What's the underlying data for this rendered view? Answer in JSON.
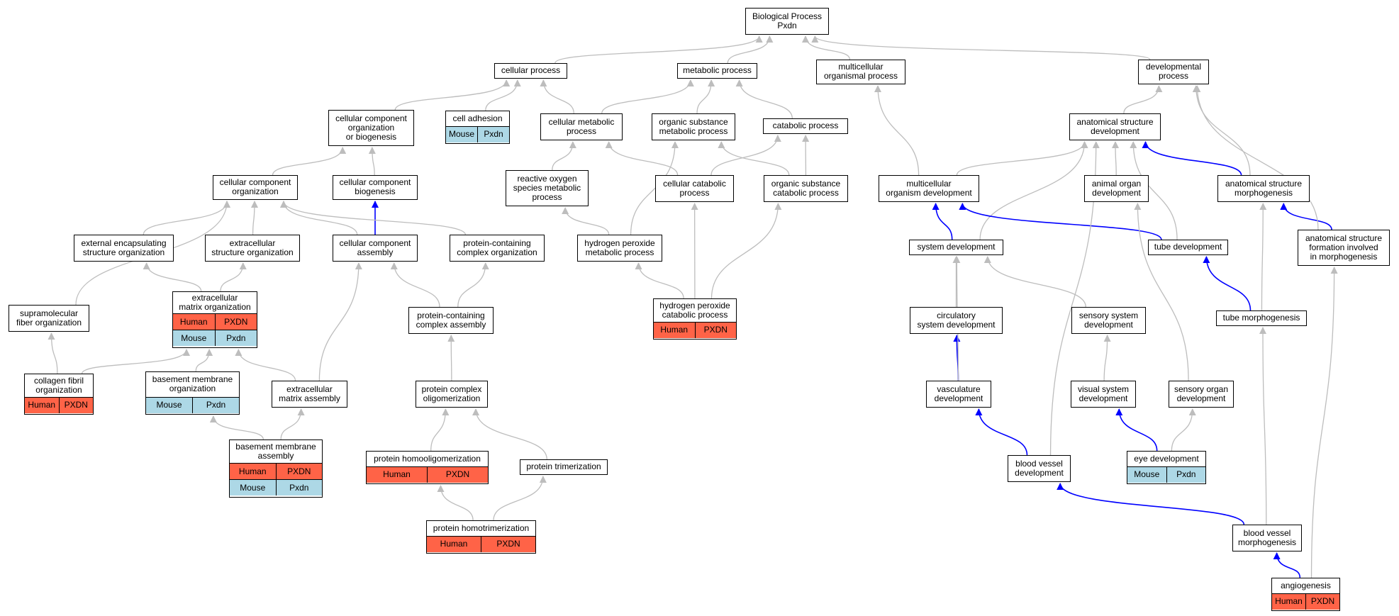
{
  "colors": {
    "human": "#ff6347",
    "mouse": "#add8e6",
    "edge_regular": "#bdbdbd",
    "edge_highlight": "#0000ff"
  },
  "nodes": {
    "bp": {
      "label": "Biological Process\nPxdn"
    },
    "cellular_process": {
      "label": "cellular process"
    },
    "metabolic_process": {
      "label": "metabolic process"
    },
    "multicellular_organismal_process": {
      "label": "multicellular\norganismal process"
    },
    "developmental_process": {
      "label": "developmental\nprocess"
    },
    "cc_org_biogenesis": {
      "label": "cellular component\norganization\nor biogenesis"
    },
    "cell_adhesion": {
      "label": "cell adhesion",
      "rows": [
        {
          "species": "mouse",
          "cells": [
            "Mouse",
            "Pxdn"
          ]
        }
      ]
    },
    "cellular_metabolic_process": {
      "label": "cellular metabolic\nprocess"
    },
    "organic_substance_metabolic": {
      "label": "organic substance\nmetabolic process"
    },
    "catabolic_process": {
      "label": "catabolic process"
    },
    "anatomical_structure_development": {
      "label": "anatomical structure\ndevelopment"
    },
    "cc_organization": {
      "label": "cellular component\norganization"
    },
    "cc_biogenesis": {
      "label": "cellular component\nbiogenesis"
    },
    "ros_metabolic": {
      "label": "reactive oxygen\nspecies metabolic\nprocess"
    },
    "cellular_catabolic": {
      "label": "cellular catabolic\nprocess"
    },
    "organic_substance_catabolic": {
      "label": "organic substance\ncatabolic process"
    },
    "multicellular_organism_development": {
      "label": "multicellular\norganism development"
    },
    "animal_organ_development": {
      "label": "animal organ\ndevelopment"
    },
    "anatomical_structure_morphogenesis": {
      "label": "anatomical structure\nmorphogenesis"
    },
    "external_encapsulating": {
      "label": "external encapsulating\nstructure organization"
    },
    "extracellular_structure_org": {
      "label": "extracellular\nstructure organization"
    },
    "cc_assembly": {
      "label": "cellular component\nassembly"
    },
    "protein_containing_complex_org": {
      "label": "protein-containing\ncomplex organization"
    },
    "h2o2_metabolic": {
      "label": "hydrogen peroxide\nmetabolic process"
    },
    "system_development": {
      "label": "system development"
    },
    "tube_development": {
      "label": "tube development"
    },
    "asf_morphogenesis": {
      "label": "anatomical structure\nformation involved\nin morphogenesis"
    },
    "supramolecular_fiber_org": {
      "label": "supramolecular\nfiber organization"
    },
    "ecm_organization": {
      "label": "extracellular\nmatrix organization",
      "rows": [
        {
          "species": "human",
          "cells": [
            "Human",
            "PXDN"
          ]
        },
        {
          "species": "mouse",
          "cells": [
            "Mouse",
            "Pxdn"
          ]
        }
      ]
    },
    "protein_containing_complex_assembly": {
      "label": "protein-containing\ncomplex assembly"
    },
    "h2o2_catabolic": {
      "label": "hydrogen peroxide\ncatabolic process",
      "rows": [
        {
          "species": "human",
          "cells": [
            "Human",
            "PXDN"
          ]
        }
      ]
    },
    "circulatory_system_development": {
      "label": "circulatory\nsystem development"
    },
    "sensory_system_development": {
      "label": "sensory system\ndevelopment"
    },
    "tube_morphogenesis": {
      "label": "tube morphogenesis"
    },
    "collagen_fibril_org": {
      "label": "collagen fibril\norganization",
      "rows": [
        {
          "species": "human",
          "cells": [
            "Human",
            "PXDN"
          ]
        }
      ]
    },
    "basement_membrane_org": {
      "label": "basement membrane\norganization",
      "rows": [
        {
          "species": "mouse",
          "cells": [
            "Mouse",
            "Pxdn"
          ]
        }
      ]
    },
    "ecm_assembly": {
      "label": "extracellular\nmatrix assembly"
    },
    "protein_complex_oligomerization": {
      "label": "protein complex\noligomerization"
    },
    "vasculature_development": {
      "label": "vasculature\ndevelopment"
    },
    "visual_system_development": {
      "label": "visual system\ndevelopment"
    },
    "sensory_organ_development": {
      "label": "sensory organ\ndevelopment"
    },
    "basement_membrane_assembly": {
      "label": "basement membrane\nassembly",
      "rows": [
        {
          "species": "human",
          "cells": [
            "Human",
            "PXDN"
          ]
        },
        {
          "species": "mouse",
          "cells": [
            "Mouse",
            "Pxdn"
          ]
        }
      ]
    },
    "protein_homooligomerization": {
      "label": "protein homooligomerization",
      "rows": [
        {
          "species": "human",
          "cells": [
            "Human",
            "PXDN"
          ]
        }
      ]
    },
    "protein_trimerization": {
      "label": "protein trimerization"
    },
    "blood_vessel_development": {
      "label": "blood vessel\ndevelopment"
    },
    "eye_development": {
      "label": "eye development",
      "rows": [
        {
          "species": "mouse",
          "cells": [
            "Mouse",
            "Pxdn"
          ]
        }
      ]
    },
    "protein_homotrimerization": {
      "label": "protein homotrimerization",
      "rows": [
        {
          "species": "human",
          "cells": [
            "Human",
            "PXDN"
          ]
        }
      ]
    },
    "blood_vessel_morphogenesis": {
      "label": "blood vessel\nmorphogenesis"
    },
    "angiogenesis": {
      "label": "angiogenesis",
      "rows": [
        {
          "species": "human",
          "cells": [
            "Human",
            "PXDN"
          ]
        }
      ]
    }
  },
  "edges": [
    {
      "from": "cellular_process",
      "to": "bp",
      "type": "regular"
    },
    {
      "from": "metabolic_process",
      "to": "bp",
      "type": "regular"
    },
    {
      "from": "multicellular_organismal_process",
      "to": "bp",
      "type": "regular"
    },
    {
      "from": "developmental_process",
      "to": "bp",
      "type": "regular"
    },
    {
      "from": "cc_org_biogenesis",
      "to": "cellular_process",
      "type": "regular"
    },
    {
      "from": "cell_adhesion",
      "to": "cellular_process",
      "type": "regular"
    },
    {
      "from": "cellular_metabolic_process",
      "to": "cellular_process",
      "type": "regular"
    },
    {
      "from": "cellular_metabolic_process",
      "to": "metabolic_process",
      "type": "regular"
    },
    {
      "from": "organic_substance_metabolic",
      "to": "metabolic_process",
      "type": "regular"
    },
    {
      "from": "catabolic_process",
      "to": "metabolic_process",
      "type": "regular"
    },
    {
      "from": "anatomical_structure_development",
      "to": "developmental_process",
      "type": "regular"
    },
    {
      "from": "cc_organization",
      "to": "cc_org_biogenesis",
      "type": "regular"
    },
    {
      "from": "cc_biogenesis",
      "to": "cc_org_biogenesis",
      "type": "regular"
    },
    {
      "from": "ros_metabolic",
      "to": "cellular_metabolic_process",
      "type": "regular"
    },
    {
      "from": "cellular_catabolic",
      "to": "cellular_metabolic_process",
      "type": "regular"
    },
    {
      "from": "cellular_catabolic",
      "to": "catabolic_process",
      "type": "regular"
    },
    {
      "from": "organic_substance_catabolic",
      "to": "catabolic_process",
      "type": "regular"
    },
    {
      "from": "organic_substance_catabolic",
      "to": "organic_substance_metabolic",
      "type": "regular"
    },
    {
      "from": "multicellular_organism_development",
      "to": "multicellular_organismal_process",
      "type": "regular"
    },
    {
      "from": "multicellular_organism_development",
      "to": "anatomical_structure_development",
      "type": "regular"
    },
    {
      "from": "animal_organ_development",
      "to": "anatomical_structure_development",
      "type": "regular"
    },
    {
      "from": "anatomical_structure_morphogenesis",
      "to": "anatomical_structure_development",
      "type": "highlight"
    },
    {
      "from": "anatomical_structure_morphogenesis",
      "to": "developmental_process",
      "type": "regular"
    },
    {
      "from": "external_encapsulating",
      "to": "cc_organization",
      "type": "regular"
    },
    {
      "from": "extracellular_structure_org",
      "to": "cc_organization",
      "type": "regular"
    },
    {
      "from": "cc_assembly",
      "to": "cc_organization",
      "type": "regular"
    },
    {
      "from": "cc_assembly",
      "to": "cc_biogenesis",
      "type": "highlight"
    },
    {
      "from": "protein_containing_complex_org",
      "to": "cc_organization",
      "type": "regular"
    },
    {
      "from": "h2o2_metabolic",
      "to": "ros_metabolic",
      "type": "regular"
    },
    {
      "from": "h2o2_metabolic",
      "to": "organic_substance_metabolic",
      "type": "regular"
    },
    {
      "from": "system_development",
      "to": "multicellular_organism_development",
      "type": "highlight"
    },
    {
      "from": "system_development",
      "to": "anatomical_structure_development",
      "type": "regular"
    },
    {
      "from": "tube_development",
      "to": "multicellular_organism_development",
      "type": "highlight"
    },
    {
      "from": "tube_development",
      "to": "anatomical_structure_development",
      "type": "regular"
    },
    {
      "from": "asf_morphogenesis",
      "to": "anatomical_structure_morphogenesis",
      "type": "highlight"
    },
    {
      "from": "asf_morphogenesis",
      "to": "developmental_process",
      "type": "regular"
    },
    {
      "from": "supramolecular_fiber_org",
      "to": "cc_organization",
      "type": "regular"
    },
    {
      "from": "ecm_organization",
      "to": "external_encapsulating",
      "type": "regular"
    },
    {
      "from": "ecm_organization",
      "to": "extracellular_structure_org",
      "type": "regular"
    },
    {
      "from": "protein_containing_complex_assembly",
      "to": "cc_assembly",
      "type": "regular"
    },
    {
      "from": "protein_containing_complex_assembly",
      "to": "protein_containing_complex_org",
      "type": "regular"
    },
    {
      "from": "h2o2_catabolic",
      "to": "h2o2_metabolic",
      "type": "regular"
    },
    {
      "from": "h2o2_catabolic",
      "to": "cellular_catabolic",
      "type": "regular"
    },
    {
      "from": "h2o2_catabolic",
      "to": "organic_substance_catabolic",
      "type": "regular"
    },
    {
      "from": "circulatory_system_development",
      "to": "system_development",
      "type": "regular"
    },
    {
      "from": "sensory_system_development",
      "to": "system_development",
      "type": "regular"
    },
    {
      "from": "tube_morphogenesis",
      "to": "tube_development",
      "type": "highlight"
    },
    {
      "from": "tube_morphogenesis",
      "to": "anatomical_structure_morphogenesis",
      "type": "regular"
    },
    {
      "from": "collagen_fibril_org",
      "to": "supramolecular_fiber_org",
      "type": "regular"
    },
    {
      "from": "collagen_fibril_org",
      "to": "ecm_organization",
      "type": "regular"
    },
    {
      "from": "basement_membrane_org",
      "to": "ecm_organization",
      "type": "regular"
    },
    {
      "from": "ecm_assembly",
      "to": "ecm_organization",
      "type": "regular"
    },
    {
      "from": "ecm_assembly",
      "to": "cc_assembly",
      "type": "regular"
    },
    {
      "from": "protein_complex_oligomerization",
      "to": "protein_containing_complex_assembly",
      "type": "regular"
    },
    {
      "from": "vasculature_development",
      "to": "circulatory_system_development",
      "type": "highlight"
    },
    {
      "from": "vasculature_development",
      "to": "system_development",
      "type": "regular"
    },
    {
      "from": "visual_system_development",
      "to": "sensory_system_development",
      "type": "regular"
    },
    {
      "from": "sensory_organ_development",
      "to": "animal_organ_development",
      "type": "regular"
    },
    {
      "from": "basement_membrane_assembly",
      "to": "basement_membrane_org",
      "type": "regular"
    },
    {
      "from": "basement_membrane_assembly",
      "to": "ecm_assembly",
      "type": "regular"
    },
    {
      "from": "protein_homooligomerization",
      "to": "protein_complex_oligomerization",
      "type": "regular"
    },
    {
      "from": "protein_trimerization",
      "to": "protein_complex_oligomerization",
      "type": "regular"
    },
    {
      "from": "blood_vessel_development",
      "to": "vasculature_development",
      "type": "highlight"
    },
    {
      "from": "blood_vessel_development",
      "to": "anatomical_structure_development",
      "type": "regular"
    },
    {
      "from": "eye_development",
      "to": "visual_system_development",
      "type": "highlight"
    },
    {
      "from": "eye_development",
      "to": "sensory_organ_development",
      "type": "regular"
    },
    {
      "from": "protein_homotrimerization",
      "to": "protein_homooligomerization",
      "type": "regular"
    },
    {
      "from": "protein_homotrimerization",
      "to": "protein_trimerization",
      "type": "regular"
    },
    {
      "from": "blood_vessel_morphogenesis",
      "to": "blood_vessel_development",
      "type": "highlight"
    },
    {
      "from": "blood_vessel_morphogenesis",
      "to": "tube_morphogenesis",
      "type": "regular"
    },
    {
      "from": "angiogenesis",
      "to": "blood_vessel_morphogenesis",
      "type": "highlight"
    },
    {
      "from": "angiogenesis",
      "to": "asf_morphogenesis",
      "type": "regular"
    }
  ]
}
